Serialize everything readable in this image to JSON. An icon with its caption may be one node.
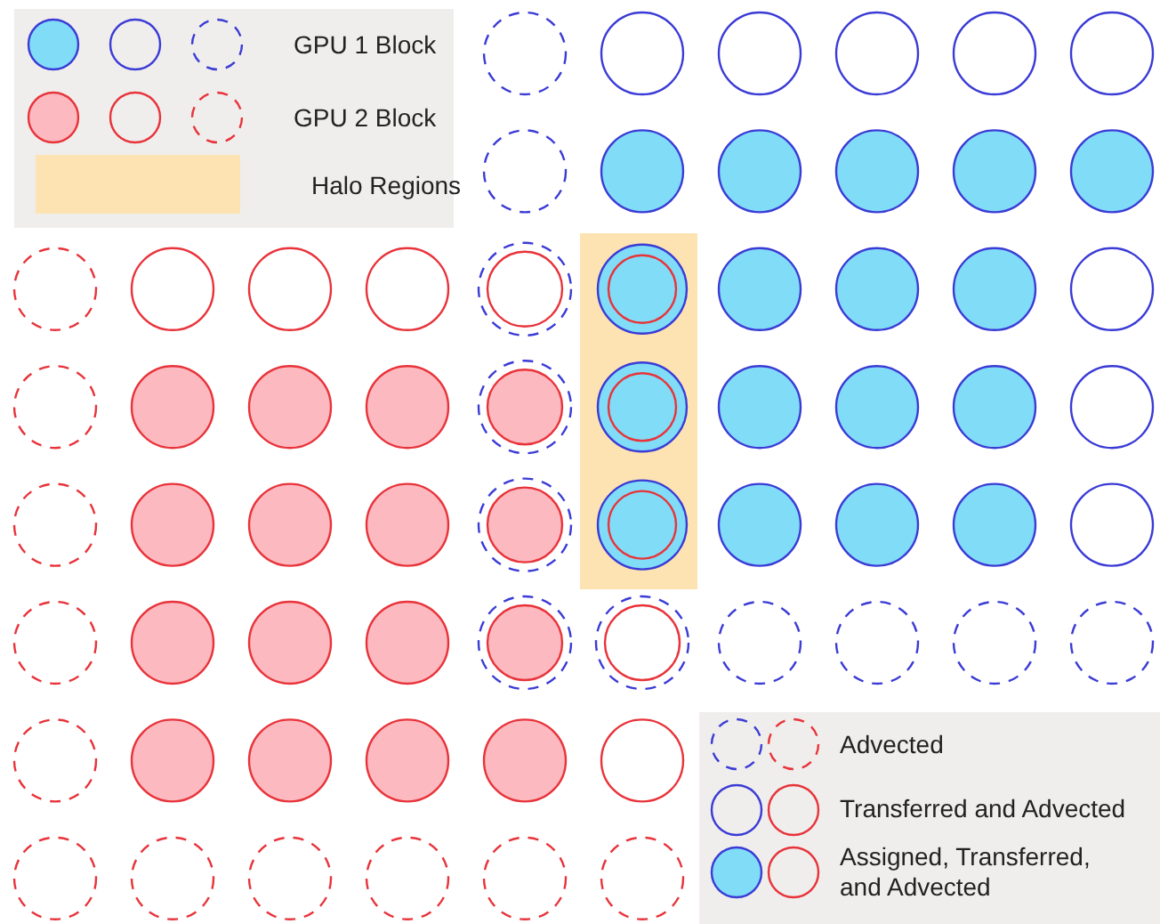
{
  "diagram": {
    "legend": [
      {
        "text": "GPU 1 Block"
      },
      {
        "text": "GPU 2 Block"
      },
      {
        "text": "Halo Regions",
        "color": "#fde3b2"
      },
      {
        "text": "Advected"
      },
      {
        "text": "Transferred and Advected"
      },
      {
        "text": "Assigned, Transferred, and Advected"
      }
    ]
  }
}
